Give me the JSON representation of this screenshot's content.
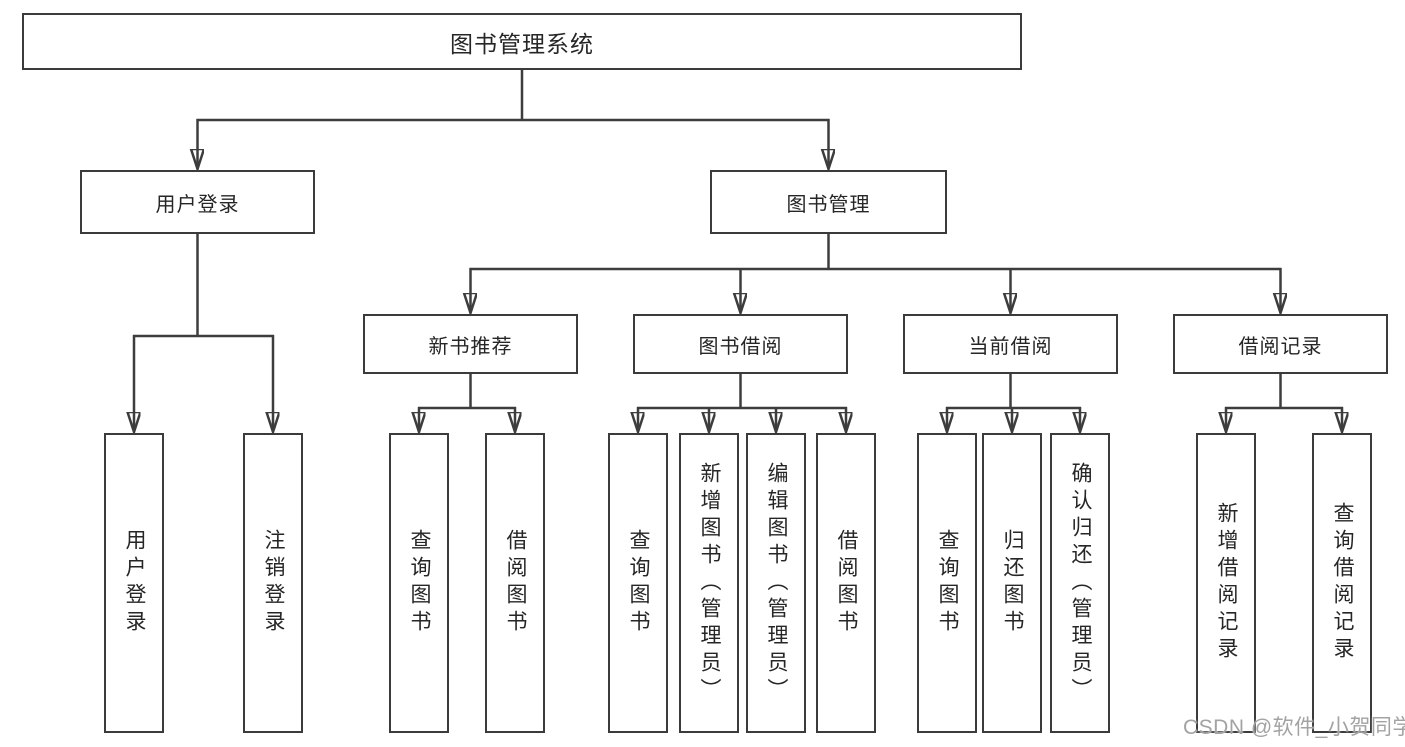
{
  "diagram_type": "hierarchy-chart",
  "colors": {
    "line": "#3d3d3d",
    "border": "#3b3b3b",
    "text": "#262626",
    "watermark": "#a3a3a3",
    "background": "#ffffff"
  },
  "tree": {
    "root": {
      "label": "图书管理系统"
    },
    "branches": [
      {
        "label": "用户登录",
        "children": [
          "用户登录",
          "注销登录"
        ]
      },
      {
        "label": "图书管理",
        "children": [
          {
            "label": "新书推荐",
            "children": [
              "查询图书",
              "借阅图书"
            ]
          },
          {
            "label": "图书借阅",
            "children": [
              "查询图书",
              "新增图书（管理员）",
              "编辑图书（管理员）",
              "借阅图书"
            ]
          },
          {
            "label": "当前借阅",
            "children": [
              "查询图书",
              "归还图书",
              "确认归还（管理员）"
            ]
          },
          {
            "label": "借阅记录",
            "children": [
              "新增借阅记录",
              "查询借阅记录"
            ]
          }
        ]
      }
    ]
  },
  "watermark": "CSDN @软件_小贺同学"
}
